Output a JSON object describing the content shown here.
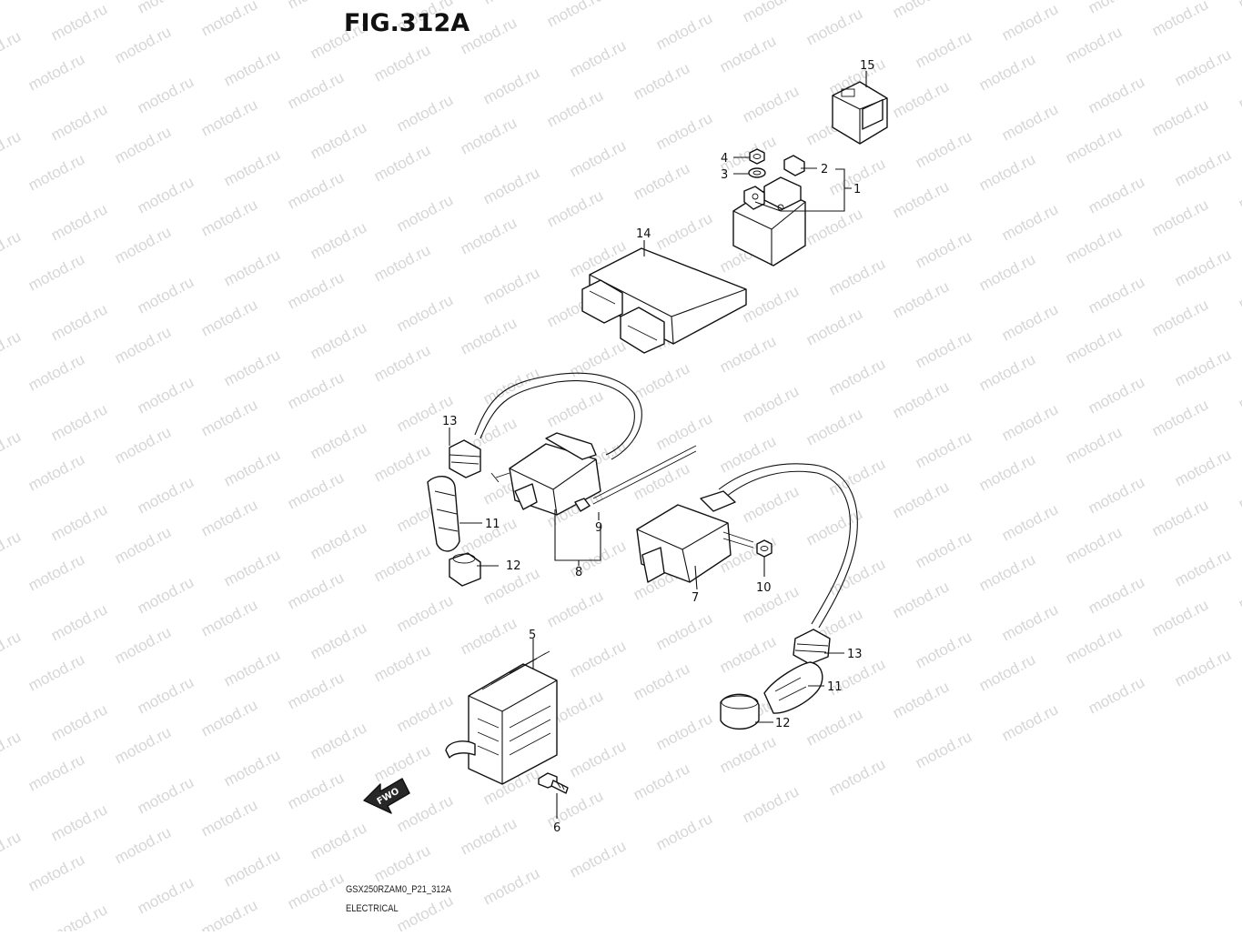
{
  "figure": {
    "title": "FIG.312A",
    "model_code": "GSX250RZAM0_P21_312A",
    "section": "ELECTRICAL",
    "watermark": "motod.ru",
    "fwd_label": "FWO"
  },
  "callouts": [
    "1",
    "2",
    "3",
    "4",
    "5",
    "6",
    "7",
    "8",
    "9",
    "10",
    "11",
    "11",
    "12",
    "12",
    "13",
    "13",
    "14",
    "15"
  ]
}
